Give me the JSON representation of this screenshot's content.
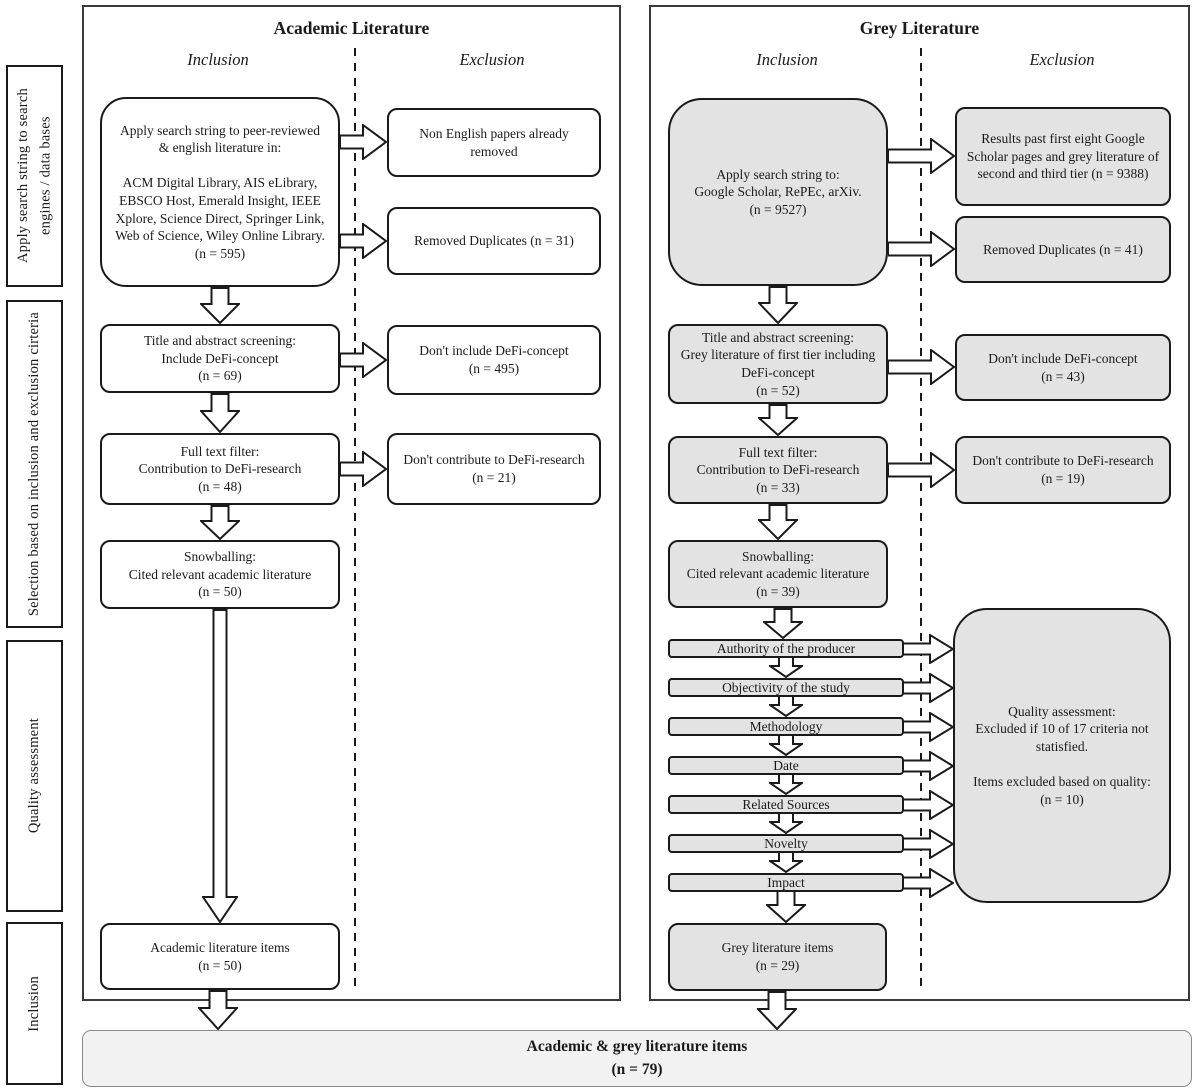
{
  "colors": {
    "box_border": "#1a1a1a",
    "grey_fill": "#e3e3e3",
    "white_fill": "#ffffff",
    "footer_fill": "#f2f2f2",
    "panel_border": "#3a3a3a"
  },
  "sidebar": {
    "sections": [
      {
        "label": "Apply search string to search engines / data bases"
      },
      {
        "label": "Selection based on inclusion and exclusion cirteria"
      },
      {
        "label": "Quality assessment"
      },
      {
        "label": "Inclusion"
      }
    ]
  },
  "academic": {
    "title": "Academic Literature",
    "columns": {
      "inclusion": "Inclusion",
      "exclusion": "Exclusion"
    },
    "inclusion_boxes": {
      "search": "Apply search string to peer-reviewed\n& english literature in:\n\nACM Digital Library, AIS eLibrary,\nEBSCO Host, Emerald Insight, IEEE\nXplore, Science Direct, Springer Link,\nWeb of Science, Wiley Online Library.\n(n = 595)",
      "screening": "Title and abstract screening:\nInclude DeFi-concept\n(n = 69)",
      "fulltext": "Full text filter:\nContribution to DeFi-research\n(n = 48)",
      "snowballing": "Snowballing:\nCited relevant academic literature\n(n = 50)",
      "items": "Academic literature items\n(n = 50)"
    },
    "exclusion_boxes": {
      "non_english": "Non English papers already\nremoved",
      "duplicates": "Removed Duplicates (n = 31)",
      "no_defi_concept": "Don't include DeFi-concept\n(n = 495)",
      "no_contribution": "Don't contribute to DeFi-research\n(n = 21)"
    }
  },
  "grey": {
    "title": "Grey Literature",
    "columns": {
      "inclusion": "Inclusion",
      "exclusion": "Exclusion"
    },
    "inclusion_boxes": {
      "search": "Apply search string to:\nGoogle Scholar, RePEc, arXiv.\n(n = 9527)",
      "screening": "Title and abstract screening:\nGrey literature of first tier including\nDeFi-concept\n(n = 52)",
      "fulltext": "Full text filter:\nContribution to DeFi-research\n(n = 33)",
      "snowballing": "Snowballing:\nCited relevant academic literature\n(n = 39)",
      "items": "Grey literature items\n(n = 29)"
    },
    "quality_criteria": [
      "Authority of the producer",
      "Objectivity of the study",
      "Methodology",
      "Date",
      "Related Sources",
      "Novelty",
      "Impact"
    ],
    "exclusion_boxes": {
      "past_first_eight": "Results past first eight Google\nScholar pages and grey literature of\nsecond and third tier (n = 9388)",
      "duplicates": "Removed Duplicates (n = 41)",
      "no_defi_concept": "Don't include DeFi-concept\n(n = 43)",
      "no_contribution": "Don't contribute to DeFi-research\n(n = 19)",
      "quality_assessment": "Quality assessment:\nExcluded if 10 of 17 criteria not\nstatisfied.\n\nItems excluded based on quality:\n(n = 10)"
    }
  },
  "footer": {
    "label": "Academic & grey literature items\n(n = 79)"
  }
}
